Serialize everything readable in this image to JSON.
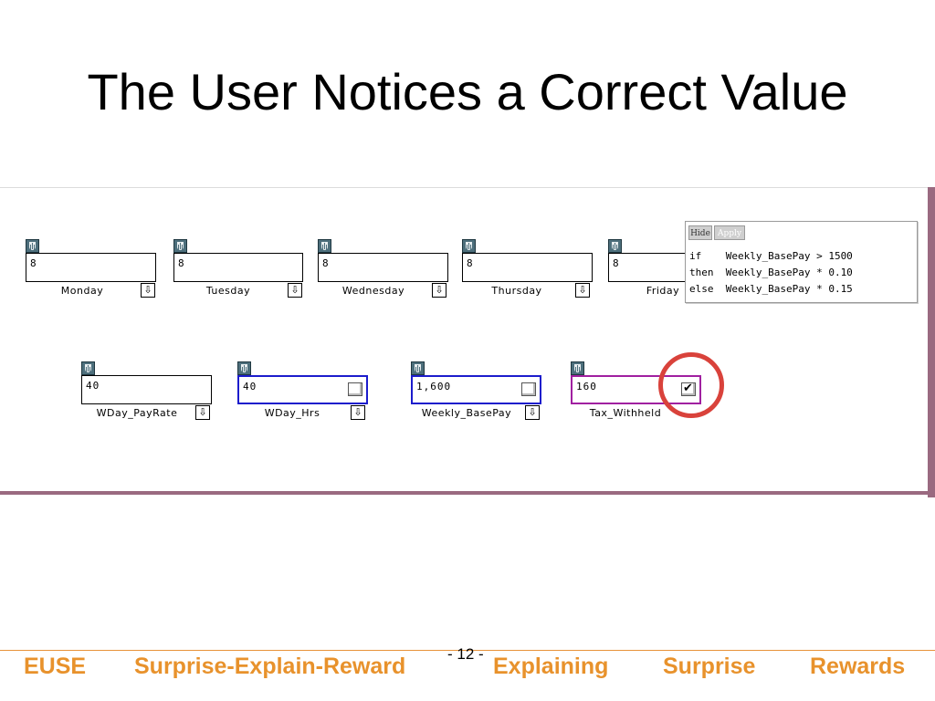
{
  "slide": {
    "title": "The User Notices a Correct Value",
    "page_number": "- 12 -"
  },
  "cells_row1": [
    {
      "value": "8",
      "label": "Monday"
    },
    {
      "value": "8",
      "label": "Tuesday"
    },
    {
      "value": "8",
      "label": "Wednesday"
    },
    {
      "value": "8",
      "label": "Thursday"
    },
    {
      "value": "8",
      "label": "Friday"
    }
  ],
  "cells_row2": [
    {
      "value": "40",
      "label": "WDay_PayRate"
    },
    {
      "value": "40",
      "label": "WDay_Hrs"
    },
    {
      "value": "1,600",
      "label": "Weekly_BasePay"
    },
    {
      "value": "160",
      "label": "Tax_Withheld"
    }
  ],
  "formula": {
    "hide_button": "Hide",
    "apply_button": "Apply",
    "lines": [
      "if    Weekly_BasePay > 1500",
      "then  Weekly_BasePay * 0.10",
      "else  Weekly_BasePay * 0.15"
    ]
  },
  "footer": {
    "items": [
      "EUSE",
      "Surprise-Explain-Reward",
      "Explaining",
      "Surprise",
      "Rewards"
    ]
  },
  "colors": {
    "footer_text": "#e8922c",
    "annotation_ring": "#d9423b",
    "wday_hrs_border": "#1c1ccc",
    "weekly_basepay_border": "#1c1ccc",
    "tax_withheld_border": "#a020a0"
  },
  "icons": {
    "cell_tab": "shield-icon",
    "arrow": "down-arrow-icon",
    "checkbox": "checkbox-icon"
  }
}
